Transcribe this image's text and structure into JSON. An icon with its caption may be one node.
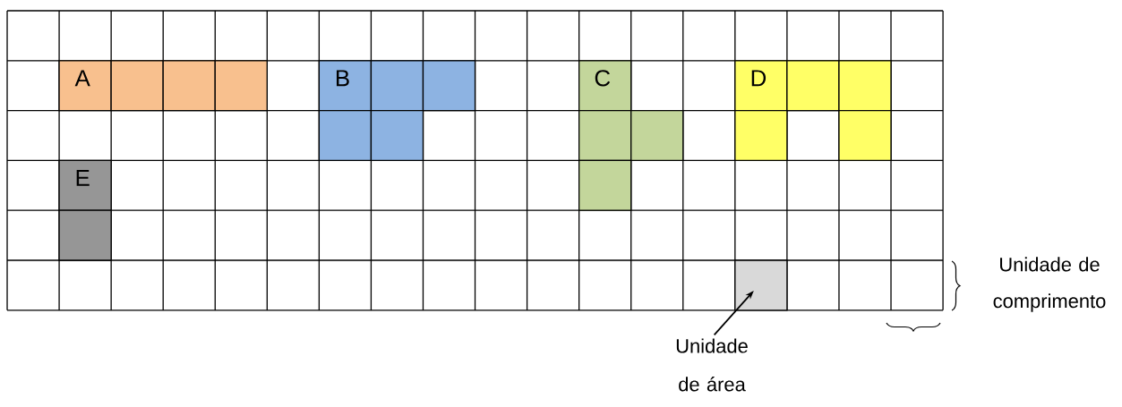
{
  "diagram": {
    "nodes": [
      {
        "text": [
          "A"
        ]
      },
      {
        "text": [
          "B"
        ]
      },
      {
        "text": [
          "C"
        ]
      },
      {
        "text": [
          "D"
        ]
      },
      {
        "text": [
          "E"
        ]
      },
      {
        "text": [],
        "shape": "box"
      },
      {
        "text": [
          "Unidade de área"
        ]
      }
    ],
    "edges": [
      {
        "from": 6,
        "to": 5,
        "arrow": "to"
      }
    ],
    "labels": [
      "Unidade de comprimento"
    ]
  }
}
